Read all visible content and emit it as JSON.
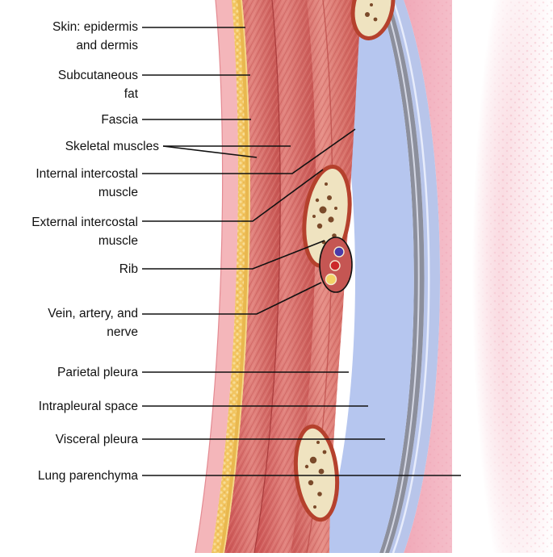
{
  "labels": {
    "skin": {
      "line1": "Skin: epidermis",
      "line2": "and dermis"
    },
    "subcutaneous": {
      "line1": "Subcutaneous",
      "line2": "fat"
    },
    "fascia": {
      "line1": "Fascia"
    },
    "skeletal": {
      "line1": "Skeletal muscles"
    },
    "internal": {
      "line1": "Internal intercostal",
      "line2": "muscle"
    },
    "external": {
      "line1": "External intercostal",
      "line2": "muscle"
    },
    "rib": {
      "line1": "Rib"
    },
    "nva": {
      "line1": "Vein, artery, and",
      "line2": "nerve"
    },
    "parietal": {
      "line1": "Parietal pleura"
    },
    "intrapleural": {
      "line1": "Intrapleural space"
    },
    "visceral": {
      "line1": "Visceral pleura"
    },
    "lung": {
      "line1": "Lung parenchyma"
    }
  },
  "colors": {
    "skin": "#f4b3b8",
    "fat": "#f1c862",
    "muscle": "#cf5d5b",
    "muscle_light": "#e38a85",
    "pleura": "#b9c8ee",
    "lung": "#f7c9d3",
    "rib": "#efe3c0",
    "vein": "#4a3aa8",
    "artery": "#cc2a2a",
    "nerve": "#f2d266"
  }
}
